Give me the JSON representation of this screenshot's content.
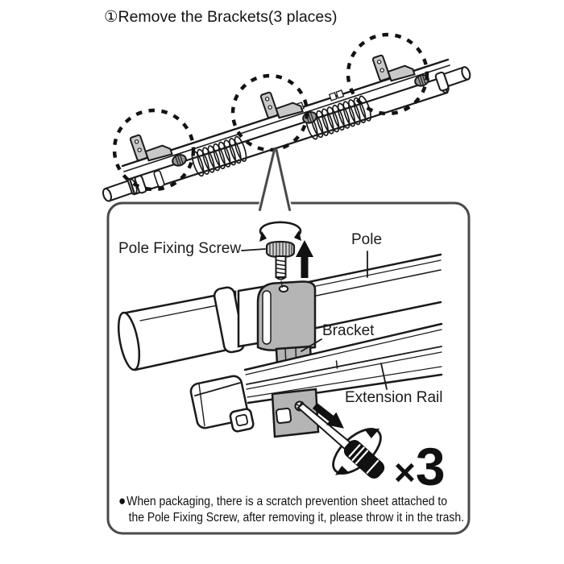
{
  "title": "①Remove the Brackets(3 places)",
  "labels": {
    "pole_fixing_screw": "Pole Fixing Screw",
    "pole": "Pole",
    "bracket": "Bracket",
    "extension_rail": "Extension Rail"
  },
  "quantity": {
    "symbol": "×",
    "count": "3"
  },
  "note": {
    "bullet": "●",
    "line1": "When packaging, there is a scratch prevention sheet attached to",
    "line2": "the Pole Fixing Screw, after removing it, please throw it in the trash."
  },
  "figure": {
    "callout_circle_count": 3,
    "icons": [
      "rotation-arrow-icon",
      "up-arrow-icon",
      "removal-arrow-icon",
      "screwdriver-icon"
    ],
    "colors": {
      "line": "#1a1a1a",
      "bracket_gray": "#b5b5b5",
      "box_border": "#4a4a4a"
    }
  }
}
